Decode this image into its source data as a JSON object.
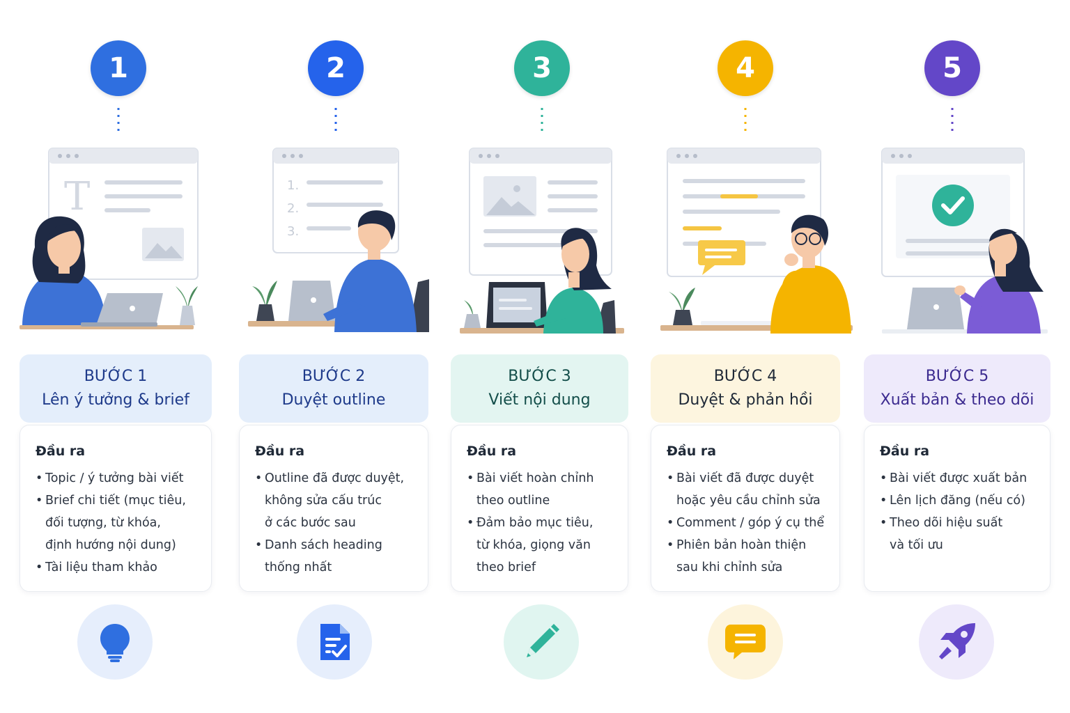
{
  "steps": [
    {
      "number": "1",
      "label": "BƯỚC 1",
      "title": "Lên ý tưởng & brief",
      "color": "#2F6FE0",
      "header_bg": "#E4EEFB",
      "text_color": "#1E3A8A",
      "icon": "lightbulb-icon",
      "icon_bg": "#E6EEFC",
      "outputs_title": "Đầu ra",
      "outputs": [
        "Topic / ý tưởng bài viết",
        "Brief chi tiết (mục tiêu,\nđối tượng, từ khóa,\nđịnh hướng nội dung)",
        "Tài liệu tham khảo"
      ]
    },
    {
      "number": "2",
      "label": "BƯỚC 2",
      "title": "Duyệt outline",
      "color": "#2563EB",
      "header_bg": "#E4EEFB",
      "text_color": "#1E3A8A",
      "icon": "checklist-document-icon",
      "icon_bg": "#E6EEFC",
      "outputs_title": "Đầu ra",
      "outputs": [
        "Outline đã được duyệt,\nkhông sửa cấu trúc\nở các bước sau",
        "Danh sách heading\nthống nhất"
      ]
    },
    {
      "number": "3",
      "label": "BƯỚC 3",
      "title": "Viết nội dung",
      "color": "#2FB39A",
      "header_bg": "#E3F5F1",
      "text_color": "#134E4A",
      "icon": "pencil-icon",
      "icon_bg": "#E0F5F0",
      "outputs_title": "Đầu ra",
      "outputs": [
        "Bài viết hoàn chỉnh\ntheo outline",
        "Đảm bảo mục tiêu,\ntừ khóa, giọng văn\ntheo brief"
      ]
    },
    {
      "number": "4",
      "label": "BƯỚC 4",
      "title": "Duyệt & phản hồi",
      "color": "#F5B400",
      "header_bg": "#FDF5DF",
      "text_color": "#1F2937",
      "icon": "chat-bubble-icon",
      "icon_bg": "#FDF4DC",
      "outputs_title": "Đầu ra",
      "outputs": [
        "Bài viết đã được duyệt\nhoặc yêu cầu chỉnh sửa",
        "Comment / góp ý cụ thể",
        "Phiên bản hoàn thiện\nsau khi chỉnh sửa"
      ]
    },
    {
      "number": "5",
      "label": "BƯỚC 5",
      "title": "Xuất bản & theo dõi",
      "color": "#6347C8",
      "header_bg": "#EEEAFB",
      "text_color": "#3B2A8F",
      "icon": "rocket-icon",
      "icon_bg": "#EEEAFB",
      "outputs_title": "Đầu ra",
      "outputs": [
        "Bài viết được xuất bản",
        "Lên lịch đăng (nếu có)",
        "Theo dõi hiệu suất\nvà tối ưu"
      ]
    }
  ],
  "illustrations": [
    {
      "name": "writer-brief-illustration",
      "placeholder_glyph": "T"
    },
    {
      "name": "outline-review-illustration",
      "list_numbers": [
        "1.",
        "2.",
        "3."
      ]
    },
    {
      "name": "content-writing-illustration"
    },
    {
      "name": "feedback-review-illustration"
    },
    {
      "name": "publish-track-illustration"
    }
  ]
}
